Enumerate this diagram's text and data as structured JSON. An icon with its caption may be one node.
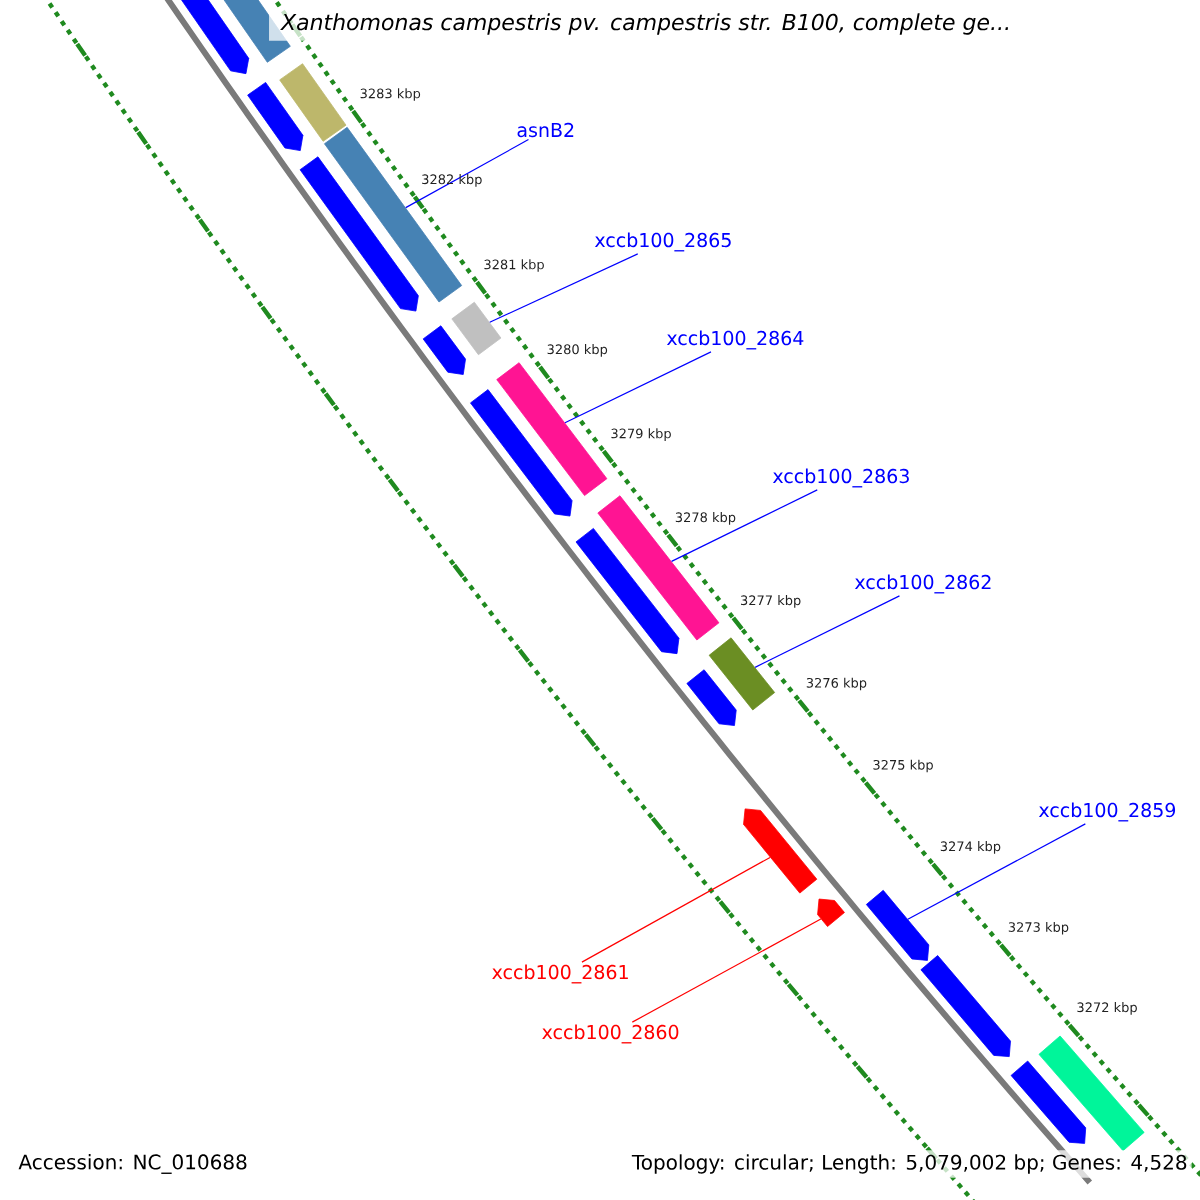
{
  "diagram": {
    "title": "Xanthomonas campestris pv. campestris str. B100, complete ge...",
    "nodes": [
      {
        "text": [
          "asnB2"
        ]
      },
      {
        "text": [
          "xccb100_2865"
        ]
      },
      {
        "text": [
          "xccb100_2864"
        ]
      },
      {
        "text": [
          "xccb100_2863"
        ]
      },
      {
        "text": [
          "xccb100_2862"
        ]
      },
      {
        "text": [
          "xccb100_2859"
        ]
      },
      {
        "text": [
          "xccb100_2861"
        ]
      },
      {
        "text": [
          "xccb100_2860"
        ]
      },
      {
        "text": [],
        "shape": "arrow"
      },
      {
        "text": [],
        "shape": "bar"
      },
      {
        "text": [],
        "shape": "arrow"
      },
      {
        "text": [],
        "shape": "bar"
      },
      {
        "text": [],
        "shape": "bar"
      },
      {
        "text": [],
        "shape": "arrow"
      },
      {
        "text": [],
        "shape": "bar"
      },
      {
        "text": [],
        "shape": "arrow"
      },
      {
        "text": [],
        "shape": "bar"
      },
      {
        "text": [],
        "shape": "arrow"
      },
      {
        "text": [],
        "shape": "bar"
      },
      {
        "text": [],
        "shape": "arrow"
      },
      {
        "text": [],
        "shape": "bar"
      },
      {
        "text": [],
        "shape": "arrow"
      },
      {
        "text": [],
        "shape": "arrow"
      },
      {
        "text": [],
        "shape": "arrow"
      },
      {
        "text": [],
        "shape": "arrow"
      },
      {
        "text": [],
        "shape": "arrow"
      },
      {
        "text": [],
        "shape": "bar"
      },
      {
        "text": [],
        "shape": "arrow"
      }
    ],
    "edges": [
      {
        "from": 0,
        "to": 12,
        "arrow": "none"
      },
      {
        "from": 1,
        "to": 14,
        "arrow": "none"
      },
      {
        "from": 2,
        "to": 16,
        "arrow": "none"
      },
      {
        "from": 3,
        "to": 18,
        "arrow": "none"
      },
      {
        "from": 4,
        "to": 20,
        "arrow": "none"
      },
      {
        "from": 5,
        "to": 24,
        "arrow": "none"
      },
      {
        "from": 6,
        "to": 22,
        "arrow": "none",
        "color": "#ff0000"
      },
      {
        "from": 7,
        "to": 23,
        "arrow": "none",
        "color": "#ff0000"
      }
    ],
    "labels": [
      "3283 kbp",
      "3282 kbp",
      "3281 kbp",
      "3280 kbp",
      "3279 kbp",
      "3278 kbp",
      "3277 kbp",
      "3276 kbp",
      "3275 kbp",
      "3274 kbp",
      "3273 kbp",
      "3272 kbp",
      "Accession: NC_010688",
      "Topology: circular; Length: 5,079,002 bp; Genes: 4,528"
    ]
  }
}
